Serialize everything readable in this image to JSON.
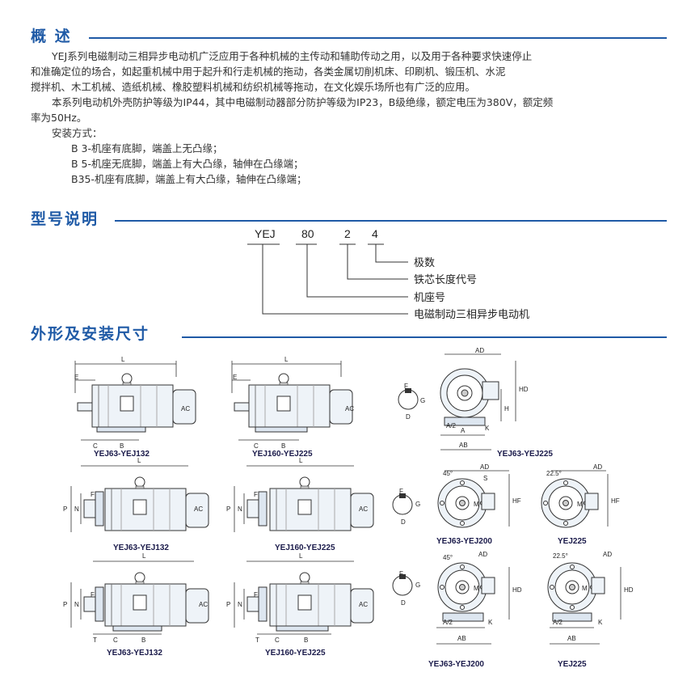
{
  "sections": {
    "overview": "概 述",
    "model": "型号说明",
    "dimensions": "外形及安装尺寸"
  },
  "overview": {
    "p1_line1": "YEJ系列电磁制动三相异步电动机广泛应用于各种机械的主传动和辅助传动之用，以及用于各种要求快速停止",
    "p1_line2": "和准确定位的场合，如起重机械中用于起升和行走机械的拖动，各类金属切削机床、印刷机、锻压机、水泥",
    "p1_line3": "搅拌机、木工机械、造纸机械、橡胶塑料机械和纺织机械等拖动，在文化娱乐场所也有广泛的应用。",
    "p2_line1": "本系列电动机外壳防护等级为IP44，其中电磁制动器部分防护等级为IP23，B级绝缘，额定电压为380V，额定频",
    "p2_line2": "率为50Hz。",
    "install_title": "安装方式：",
    "install_b3": "B 3-机座有底脚，端盖上无凸缘；",
    "install_b5": "B 5-机座无底脚，端盖上有大凸缘，轴伸在凸缘端；",
    "install_b35": "B35-机座有底脚，端盖上有大凸缘，轴伸在凸缘端；"
  },
  "model": {
    "code_yej": "YEJ",
    "code_frame": "80",
    "code_core": "2",
    "code_poles": "4",
    "label_poles": "极数",
    "label_core": "铁芯长度代号",
    "label_frame": "机座号",
    "label_series": "电磁制动三相异步电动机"
  },
  "drawings": {
    "d1": "YEJ63-YEJ132",
    "d2": "YEJ160-YEJ225",
    "d3": "YEJ63-YEJ225",
    "d4": "YEJ63-YEJ132",
    "d5": "YEJ160-YEJ225",
    "d6": "YEJ63-YEJ200",
    "d7": "YEJ225",
    "d8": "YEJ63-YEJ132",
    "d9": "YEJ160-YEJ225",
    "d10": "YEJ63-YEJ200",
    "d11": "YEJ225"
  },
  "dims": {
    "L": "L",
    "E": "E",
    "C": "C",
    "B": "B",
    "AC": "AC",
    "AD": "AD",
    "HD": "HD",
    "H": "H",
    "A": "A",
    "A2": "A/2",
    "AB": "AB",
    "K": "K",
    "F": "F",
    "G": "G",
    "D": "D",
    "P": "P",
    "N": "N",
    "M": "M",
    "S": "S",
    "T": "T",
    "HF": "HF",
    "ang45": "45°",
    "ang225": "22.5°"
  }
}
